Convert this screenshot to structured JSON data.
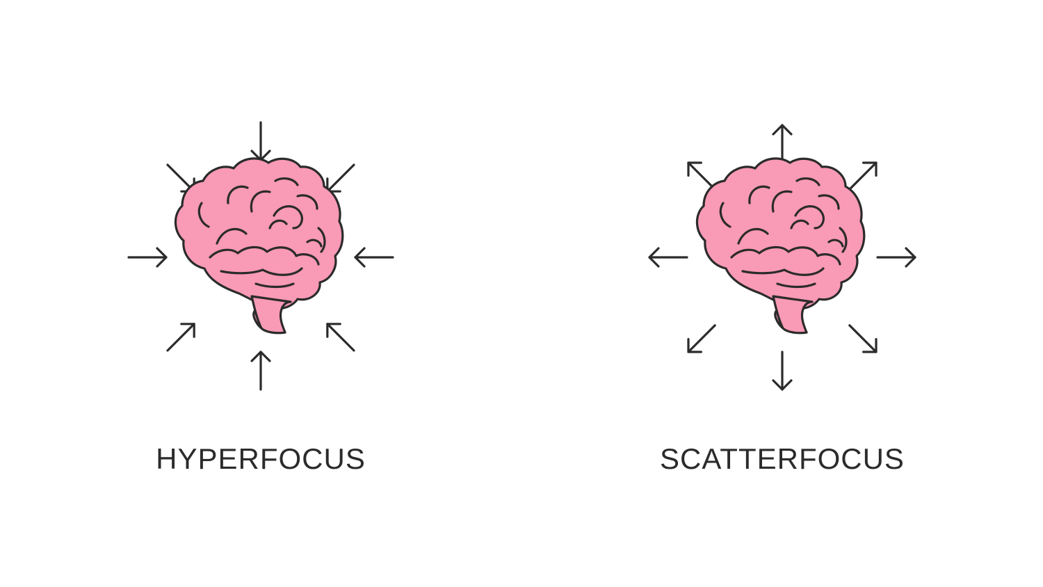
{
  "panels": [
    {
      "label": "HYPERFOCUS",
      "arrow_direction": "inward",
      "icon": "brain-icon"
    },
    {
      "label": "SCATTERFOCUS",
      "arrow_direction": "outward",
      "icon": "brain-icon"
    }
  ],
  "colors": {
    "brain_fill": "#f99ab6",
    "outline": "#2b2b2b",
    "background": "#ffffff"
  }
}
